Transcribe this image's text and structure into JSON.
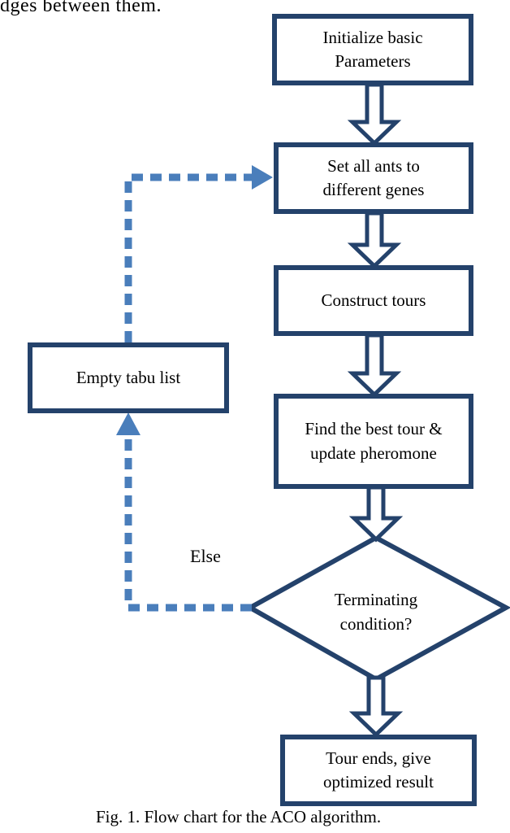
{
  "page": {
    "top_text": "dges between them.",
    "caption": "Fig. 1. Flow chart for the ACO algorithm."
  },
  "flowchart": {
    "nodes": {
      "initialize": "Initialize basic\nParameters",
      "set_ants": "Set all ants to\ndifferent genes",
      "construct": "Construct tours",
      "find_best": "Find the best tour &\nupdate pheromone",
      "empty_tabu": "Empty tabu list",
      "terminating": "Terminating\ncondition?",
      "tour_ends": "Tour ends, give\noptimized result"
    },
    "labels": {
      "else": "Else"
    },
    "colors": {
      "node_border": "#24426B",
      "arrow_outline": "#24426B",
      "loop_dashed": "#4A7EBB",
      "node_fill": "#FFFFFF",
      "text": "#000000"
    }
  }
}
